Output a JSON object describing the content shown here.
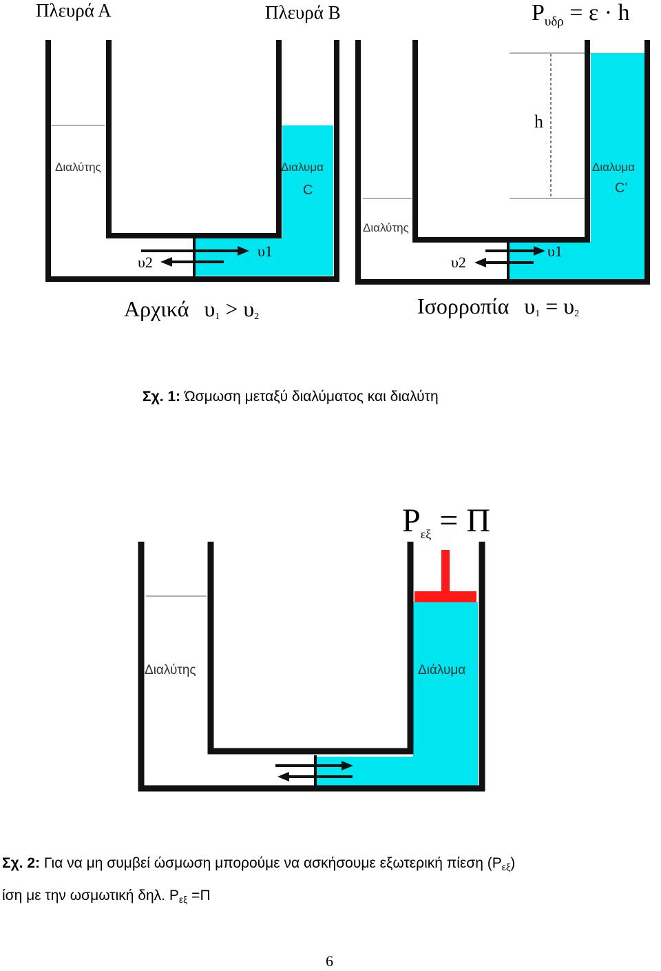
{
  "figure1": {
    "side_a": "Πλευρά Α",
    "side_b": "Πλευρά Β",
    "formula_p": "P",
    "formula_sub": "υδρ",
    "formula_rest": "= ε · h",
    "h_label": "h",
    "left": {
      "solvent": "Διαλύτης",
      "solution": "Διαλυμα",
      "conc": "C",
      "v1": "υ1",
      "v2": "υ2",
      "state": "Αρχικά",
      "relation_main": "υ",
      "rel_sub1": "1",
      "rel_op": ">",
      "rel_sub2": "2"
    },
    "right": {
      "solvent": "Διαλύτης",
      "solution": "Διαλυμα",
      "conc": "C'",
      "v1": "υ1",
      "v2": "υ2",
      "state": "Ισορροπία",
      "relation_main": "υ",
      "rel_sub1": "1",
      "rel_op": "=",
      "rel_sub2": "2"
    }
  },
  "caption1": {
    "prefix": "Σχ. 1:",
    "text": " Ώσμωση μεταξύ διαλύματος και διαλύτη"
  },
  "figure2": {
    "formula_p": "P",
    "formula_sub": "εξ",
    "formula_rest": "= Π",
    "solvent": "Διαλύτης",
    "solution": "Διάλυμα"
  },
  "caption2": {
    "prefix": "Σχ. 2:",
    "line1": " Για να μη συμβεί ώσμωση μπορούμε να ασκήσουμε εξωτερική πίεση (P",
    "line1_sub": "εξ",
    "line1_end": ")",
    "line2": "ίση με την ωσμωτική δηλ. P",
    "line2_sub": "εξ",
    "line2_end": " =Π"
  },
  "page_number": "6",
  "colors": {
    "solution": "#00e6f0",
    "piston": "#ff1a1a",
    "wall": "#111111"
  },
  "icons": [
    "arrow-right-icon",
    "arrow-left-icon"
  ]
}
